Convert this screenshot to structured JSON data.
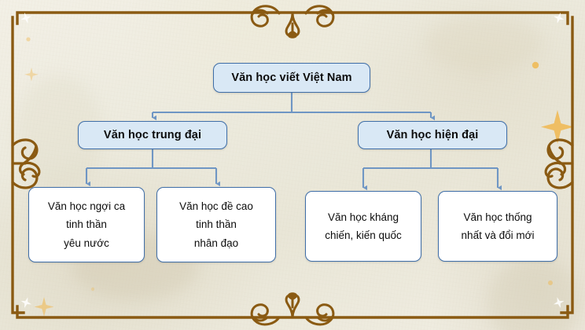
{
  "slide": {
    "background_color": "#edeade",
    "frame_color": "#8a5a12",
    "node_border_color": "#3f6ea8",
    "node_fill_primary": "#d9e8f5",
    "node_fill_leaf": "#ffffff",
    "connector_color": "#6f96c4",
    "sparkle_color": "#f0b64a"
  },
  "diagram": {
    "type": "hierarchy-tree",
    "root": {
      "id": "root",
      "label": "Văn học viết Việt Nam"
    },
    "branches": [
      {
        "id": "trung-dai",
        "label": "Văn học trung đại",
        "children": [
          {
            "id": "ngoi-ca",
            "label": "Văn học ngợi ca\ntinh thần\nyêu nước"
          },
          {
            "id": "de-cao",
            "label": "Văn học đề cao\ntinh thần\nnhân đạo"
          }
        ]
      },
      {
        "id": "hien-dai",
        "label": "Văn học hiện đại",
        "children": [
          {
            "id": "khang-chien",
            "label": "Văn học kháng\nchiến, kiến quốc"
          },
          {
            "id": "thong-nhat",
            "label": "Văn học thống\nnhất và đổi mới"
          }
        ]
      }
    ]
  },
  "ornaments": {
    "top_center": "scroll-flourish-ornament",
    "bottom_center": "scroll-flourish-ornament",
    "left_middle": "scroll-vine-ornament",
    "right_middle": "scroll-vine-ornament",
    "corners": "stepped-corner-frame"
  }
}
